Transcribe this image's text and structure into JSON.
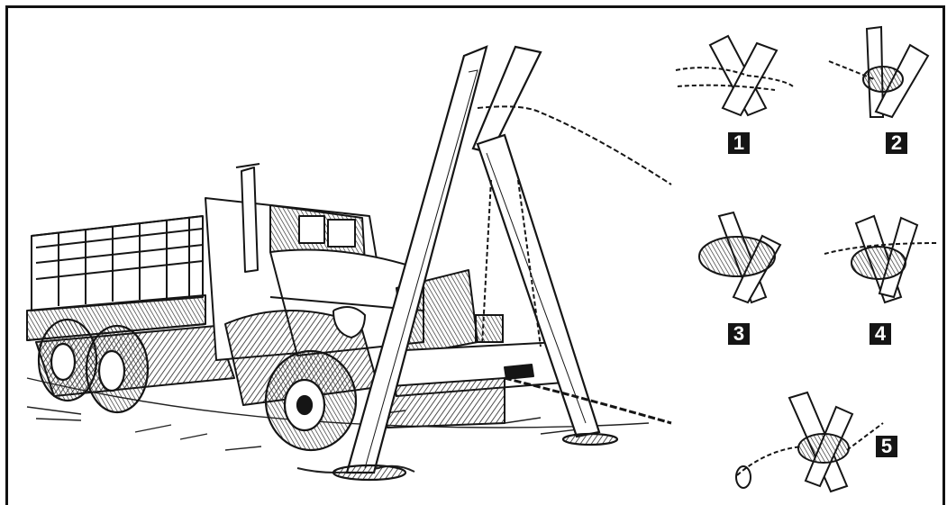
{
  "steps": [
    {
      "label": "1"
    },
    {
      "label": "2"
    },
    {
      "label": "3"
    },
    {
      "label": "4"
    },
    {
      "label": "5"
    }
  ],
  "colors": {
    "ink": "#151515",
    "paper": "#ffffff"
  }
}
